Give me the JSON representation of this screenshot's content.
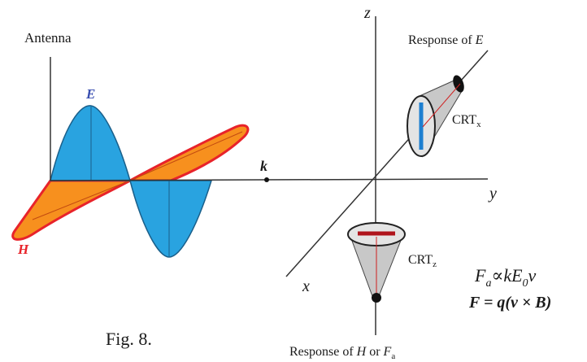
{
  "labels": {
    "antenna": "Antenna",
    "e_field": "E",
    "h_field": "H",
    "k_vector": "k",
    "axis_z": "z",
    "axis_y": "y",
    "axis_x": "x",
    "response_e_prefix": "Response of ",
    "response_e_var": "E",
    "crt_x_base": "CRT",
    "crt_x_sub": "x",
    "crt_z_base": "CRT",
    "crt_z_sub": "z",
    "response_h_prefix": "Response of ",
    "response_h_var": "H",
    "response_h_or": " or ",
    "response_h_f": "F",
    "response_h_sub": "a",
    "figure_caption": "Fig. 8."
  },
  "formulas": {
    "fa_f": "F",
    "fa_sub": "a",
    "fa_prop": "∝",
    "fa_k": "kE",
    "fa_sub0": "0",
    "fa_nu": "ν",
    "lorentz": "F = q(v × B)"
  },
  "colors": {
    "e_wave_fill": "#29a3e0",
    "e_wave_stroke": "#1a5f8a",
    "h_wave_fill": "#f7901e",
    "h_wave_stroke": "#e8232a",
    "e_label": "#3a4fb0",
    "h_label": "#e8232a",
    "crt_body": "#c8c8c8",
    "crt_x_bar": "#1e7fd0",
    "crt_z_bar": "#b0141c",
    "axis": "#333333"
  }
}
